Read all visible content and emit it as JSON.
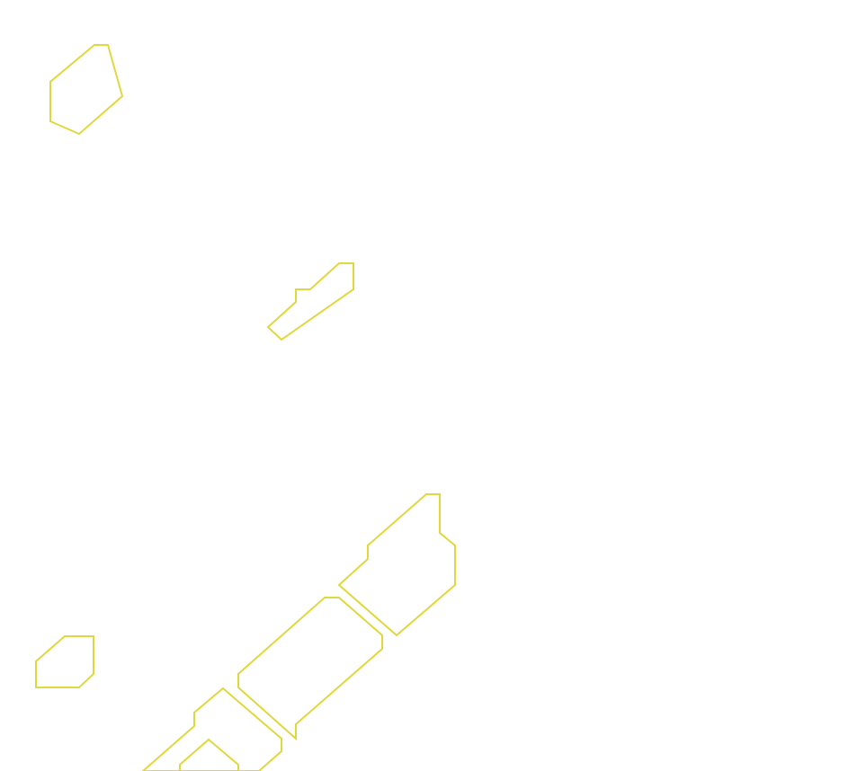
{
  "outline_color": "#e0d83f",
  "background_color": "#ffffff",
  "shapes": [
    {
      "name": "outline-shape-top-left"
    },
    {
      "name": "outline-shape-center-small"
    },
    {
      "name": "outline-shape-center-right"
    },
    {
      "name": "outline-shape-center-large"
    },
    {
      "name": "outline-shape-bottom-left-small"
    },
    {
      "name": "outline-shape-bottom-left-large"
    },
    {
      "name": "outline-shape-bottom-inner"
    }
  ]
}
